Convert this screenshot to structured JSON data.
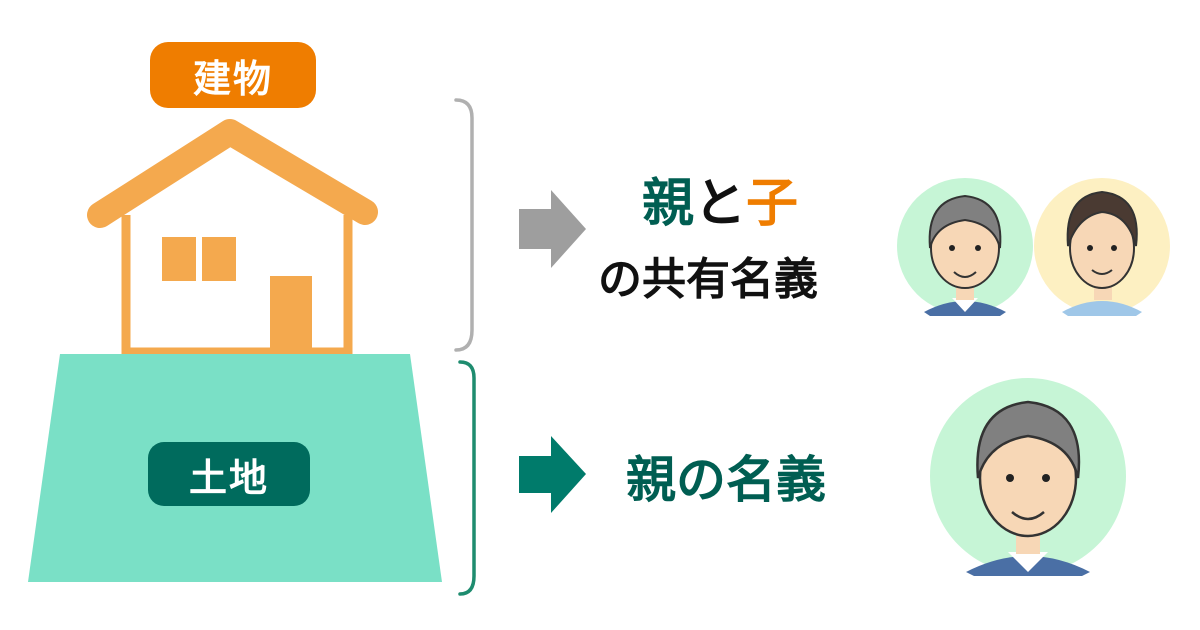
{
  "building": {
    "label": "建物",
    "arrow_color": "#9e9e9e",
    "ownership": {
      "part1": "親",
      "part2": "と",
      "part3": "子",
      "line2": "の共有名義"
    },
    "colors": {
      "pill": "#ef7d00",
      "house": "#f4a94e",
      "part1": "#005e52",
      "part3": "#ef7d00"
    }
  },
  "land": {
    "label": "土地",
    "arrow_color": "#007b6b",
    "ownership": "親の名義",
    "colors": {
      "pill": "#006b5d",
      "land": "#7ae0c6",
      "text": "#005e52"
    }
  }
}
